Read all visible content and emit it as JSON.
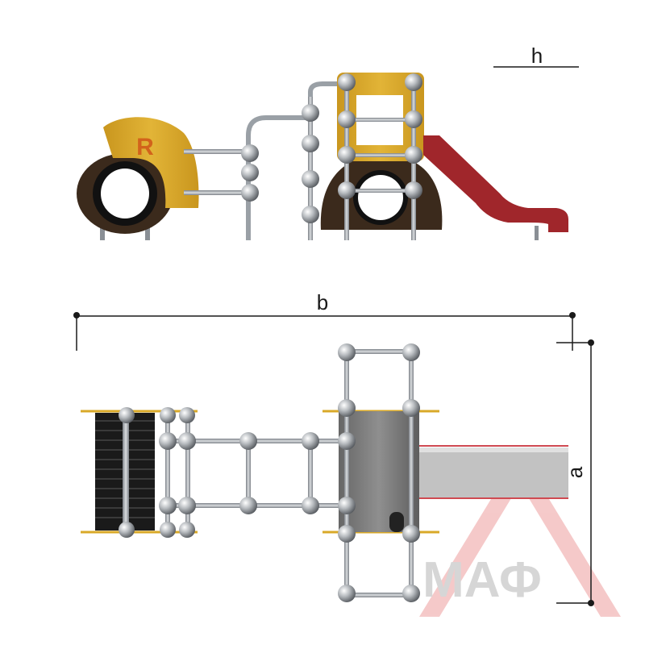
{
  "dimensions": {
    "height_label": "h",
    "length_label": "b",
    "width_label": "a"
  },
  "emblem": {
    "letter": "R"
  },
  "watermark": {
    "text": "МАФ"
  },
  "colors": {
    "panel_yellow": "#d9a928",
    "tire_brown": "#3b2a1c",
    "slide_red": "#a0262b",
    "frame_grey": "#9aa0a6",
    "platform_grey": "#7d7d7d",
    "slide_top_grey": "#bdbdbd",
    "watermark_red": "#f2b8b8",
    "watermark_grey": "#c9c9c9"
  }
}
